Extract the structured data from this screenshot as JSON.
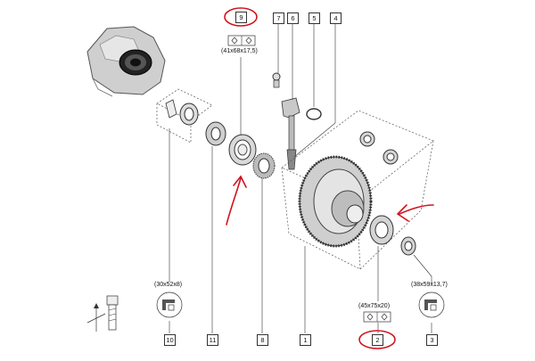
{
  "callouts": {
    "c1": "1",
    "c2": "2",
    "c3": "3",
    "c4": "4",
    "c5": "5",
    "c6": "6",
    "c7": "7",
    "c8": "8",
    "c9": "9",
    "c10": "10",
    "c11": "11"
  },
  "dimensions": {
    "d9": "(41x68x17,5)",
    "d2": "(45x75x20)",
    "d10": "(30x52x8)",
    "d3": "(38x59x13,7)"
  },
  "colors": {
    "annotation": "#d0141c",
    "line": "#333333",
    "part_fill": "#d9d9d9"
  }
}
